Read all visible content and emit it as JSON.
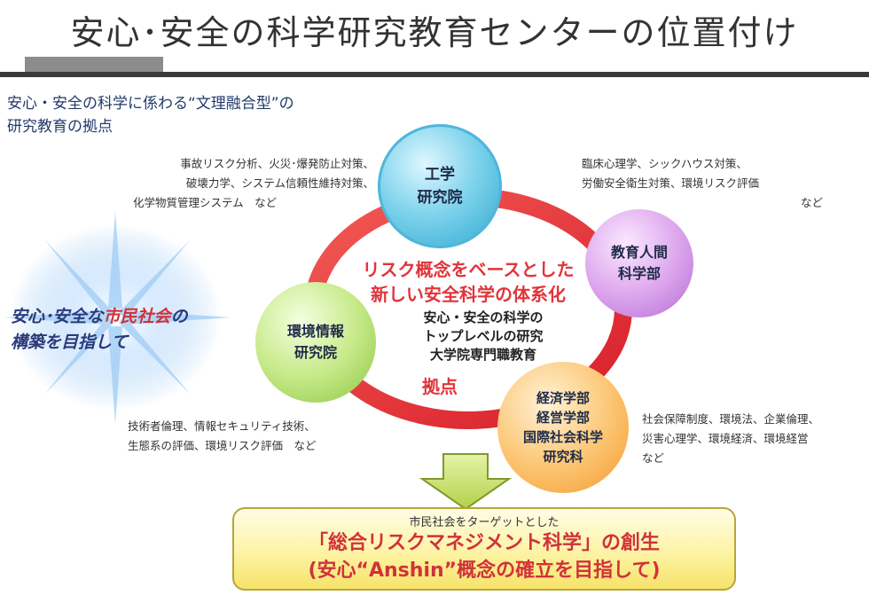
{
  "title": "安心･安全の科学研究教育センターの位置付け",
  "subtitle": [
    "安心・安全の科学に係わる“文理融合型”の",
    "研究教育の拠点"
  ],
  "circles": {
    "engineering": [
      "工学",
      "研究院"
    ],
    "education": [
      "教育人間",
      "科学部"
    ],
    "environment": [
      "環境情報",
      "研究院"
    ],
    "economics": [
      "経済学部",
      "経営学部",
      "国際社会科学",
      "研究科"
    ]
  },
  "notes": {
    "top_left": [
      "事故リスク分析、火災･爆発防止対策、",
      "破壊力学、システム信頼性維持対策、",
      "化学物質管理システム　など"
    ],
    "top_right": [
      "臨床心理学、シックハウス対策、",
      "労働安全衛生対策、環境リスク評価",
      "など"
    ],
    "bottom_left": [
      "技術者倫理、情報セキュリティ技術、",
      "生態系の評価、環境リスク評価　など"
    ],
    "bottom_right": [
      "社会保障制度、環境法、企業倫理、",
      "災害心理学、環境経済、環境経営",
      "など"
    ]
  },
  "burst": {
    "pre": "安心･安全な",
    "highlight": "市民社会",
    "post": "の",
    "line2": "構築を目指して"
  },
  "center": {
    "red1": "リスク概念をベースとした",
    "red2": "新しい安全科学の体系化",
    "black": [
      "安心・安全の科学の",
      "トップレベルの研究",
      "大学院専門職教育"
    ],
    "hub": "拠点"
  },
  "result": {
    "line1": "市民社会をターゲットとした",
    "line2": "「総合リスクマネジメント科学」の創生",
    "line3": "(安心“Anshin”概念の確立を目指して)"
  }
}
